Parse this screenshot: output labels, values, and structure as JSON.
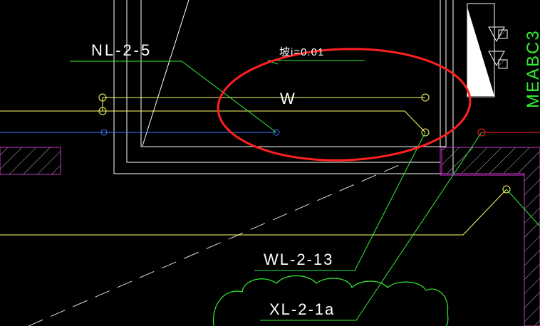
{
  "labels": {
    "pipe_nl": "NL-2-5",
    "pipe_w_marker": "W",
    "slope_note": "坡i=0.01",
    "pipe_wl": "WL-2-13",
    "pipe_xl": "XL-2-1a",
    "vertical_text": "MEABC3"
  },
  "colors": {
    "background": "#000000",
    "white_line": "#ffffff",
    "yellow_pipe": "#ffff66",
    "blue_pipe": "#3a7cff",
    "green_leader": "#33ee33",
    "red_circle": "#ff2020",
    "red_pipe": "#ff2020",
    "magenta_wall": "#cc33cc",
    "hatch": "#bbbbbb"
  }
}
